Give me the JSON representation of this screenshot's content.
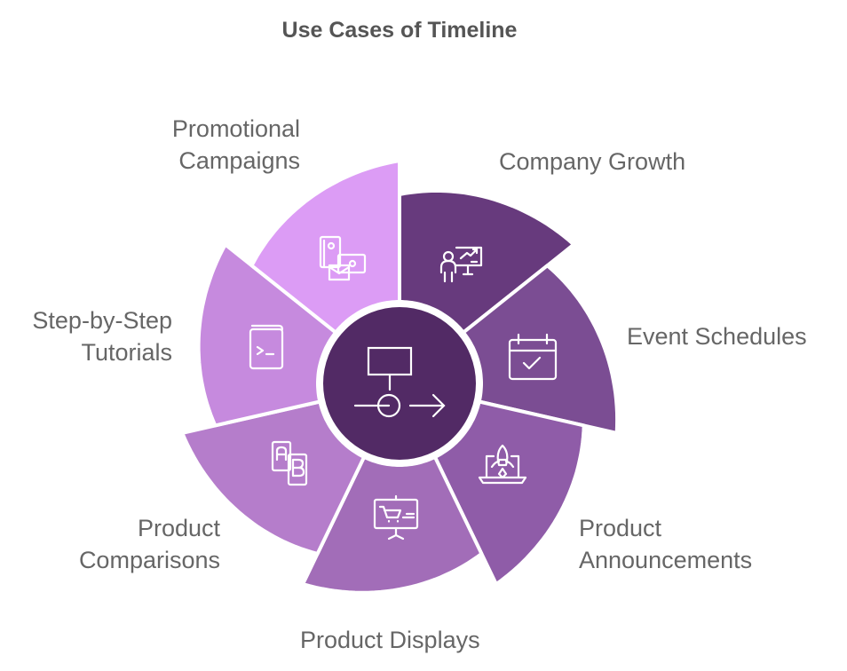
{
  "title": "Use Cases of Timeline",
  "center": {
    "icon": "timeline-icon",
    "color": "#522a65"
  },
  "segments": [
    {
      "label": "Company Growth",
      "icon": "presentation-growth-icon",
      "color": "#673a7d"
    },
    {
      "label": "Event Schedules",
      "icon": "calendar-check-icon",
      "color": "#7b4d93"
    },
    {
      "label": "Product Announcements",
      "icon": "laptop-rocket-icon",
      "color": "#8f5ca8"
    },
    {
      "label": "Product Displays",
      "icon": "cart-board-icon",
      "color": "#a26db8"
    },
    {
      "label": "Product Comparisons",
      "icon": "ab-phones-icon",
      "color": "#b57dcb"
    },
    {
      "label": "Step-by-Step Tutorials",
      "icon": "terminal-book-icon",
      "color": "#c68ade"
    },
    {
      "label": "Promotional Campaigns",
      "icon": "media-mail-icon",
      "color": "#dc9cf5"
    }
  ],
  "labels": {
    "s0": [
      "Company Growth"
    ],
    "s1": [
      "Event Schedules"
    ],
    "s2": [
      "Product",
      "Announcements"
    ],
    "s3": [
      "Product Displays"
    ],
    "s4": [
      "Product",
      "Comparisons"
    ],
    "s5": [
      "Step-by-Step",
      "Tutorials"
    ],
    "s6": [
      "Promotional",
      "Campaigns"
    ]
  }
}
